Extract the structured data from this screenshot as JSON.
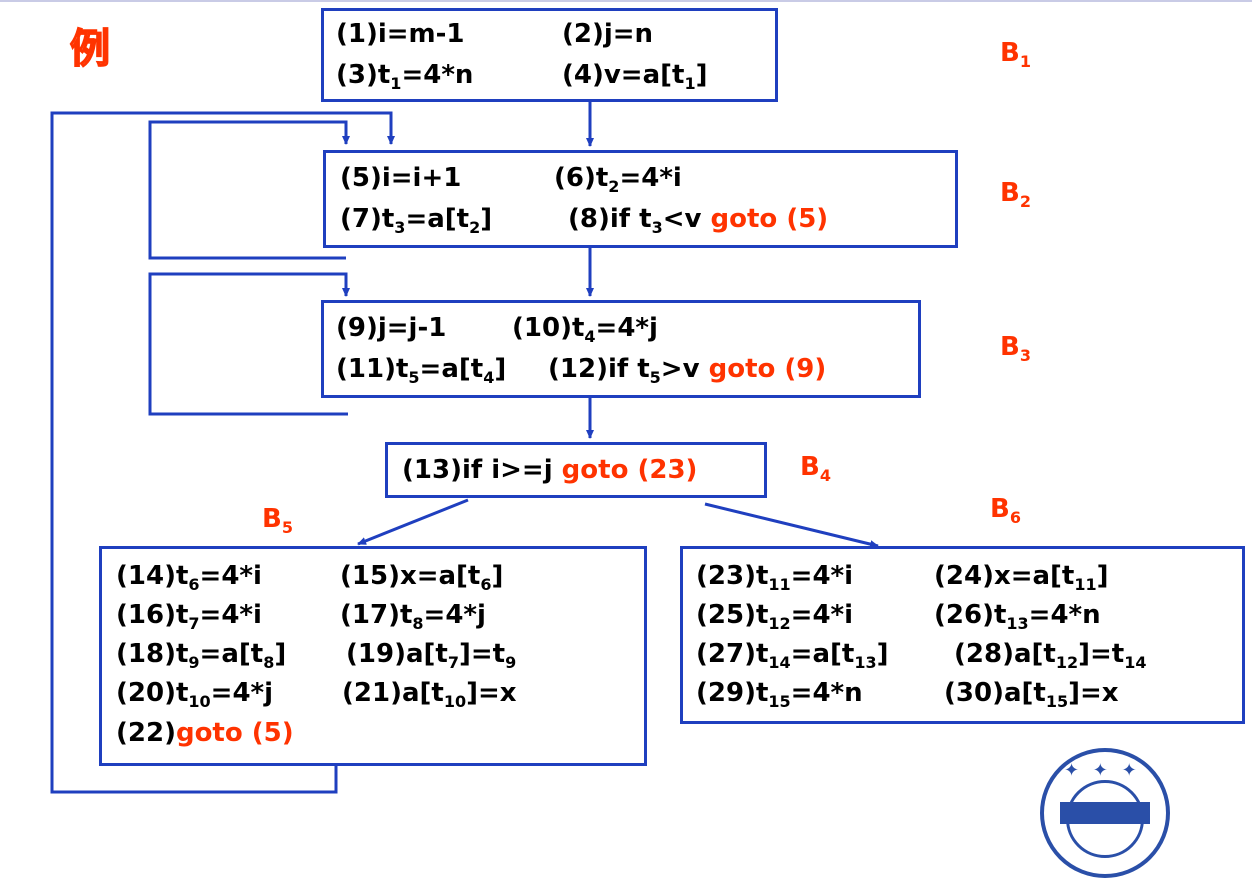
{
  "example_label": "例",
  "blocks": {
    "b1": {
      "label": {
        "main": "B",
        "sub": "1"
      },
      "lines": [
        [
          {
            "t": "(1)i=m-1"
          },
          {
            "t": "(2)j=n"
          }
        ],
        [
          {
            "t": "(3)t"
          },
          {
            "s": "1"
          },
          {
            "t": "=4*n"
          },
          {
            "t": "(4)v=a[t"
          },
          {
            "s": "1"
          },
          {
            "t": "]"
          }
        ]
      ]
    },
    "b2": {
      "label": {
        "main": "B",
        "sub": "2"
      },
      "line1": {
        "a": "(5)i=i+1",
        "b": "(6)t",
        "bsub": "2",
        "bend": "=4*i"
      },
      "line2": {
        "a": "(7)t",
        "asub": "3",
        "amid": "=a[t",
        "asub2": "2",
        "aend": "]",
        "b": "(8)if t",
        "bsub": "3",
        "bend": "<v ",
        "goto": "goto (5)"
      }
    },
    "b3": {
      "label": {
        "main": "B",
        "sub": "3"
      },
      "line1": {
        "a": "(9)j=j-1",
        "b": "(10)t",
        "bsub": "4",
        "bend": "=4*j"
      },
      "line2": {
        "a": "(11)t",
        "asub": "5",
        "amid": "=a[t",
        "asub2": "4",
        "aend": "]",
        "b": "(12)if t",
        "bsub": "5",
        "bend": ">v ",
        "goto": "goto (9)"
      }
    },
    "b4": {
      "label": {
        "main": "B",
        "sub": "4"
      },
      "text": "(13)if i>=j ",
      "goto": "goto (23)"
    },
    "b5": {
      "label": {
        "main": "B",
        "sub": "5"
      },
      "r1a": {
        "p": "(14)t",
        "s": "6",
        "e": "=4*i"
      },
      "r1b": {
        "p": "(15)x=a[t",
        "s": "6",
        "e": "]"
      },
      "r2a": {
        "p": "(16)t",
        "s": "7",
        "e": "=4*i"
      },
      "r2b": {
        "p": "(17)t",
        "s": "8",
        "e": "=4*j"
      },
      "r3a": {
        "p": "(18)t",
        "s": "9",
        "m": "=a[t",
        "s2": "8",
        "e": "]"
      },
      "r3b": {
        "p": "(19)a[t",
        "s": "7",
        "m": "]=t",
        "s2": "9"
      },
      "r4a": {
        "p": "(20)t",
        "s": "10",
        "e": "=4*j"
      },
      "r4b": {
        "p": "(21)a[t",
        "s": "10",
        "e": "]=x"
      },
      "r5": {
        "p": "(22)",
        "goto": "goto (5)"
      }
    },
    "b6": {
      "label": {
        "main": "B",
        "sub": "6"
      },
      "r1a": {
        "p": "(23)t",
        "s": "11",
        "e": "=4*i"
      },
      "r1b": {
        "p": "(24)x=a[t",
        "s": "11",
        "e": "]"
      },
      "r2a": {
        "p": "(25)t",
        "s": "12",
        "e": "=4*i"
      },
      "r2b": {
        "p": "(26)t",
        "s": "13",
        "e": "=4*n"
      },
      "r3a": {
        "p": "(27)t",
        "s": "14",
        "m": "=a[t",
        "s2": "13",
        "e": "]"
      },
      "r3b": {
        "p": "(28)a[t",
        "s": "12",
        "m": "]=t",
        "s2": "14"
      },
      "r4a": {
        "p": "(29)t",
        "s": "15",
        "e": "=4*n"
      },
      "r4b": {
        "p": "(30)a[t",
        "s": "15",
        "e": "]=x"
      }
    }
  },
  "colors": {
    "box_border": "#1f3fbf",
    "arrow": "#1f3fbf",
    "goto_text": "#ff3300",
    "label_text": "#ff3300"
  },
  "seal_icon": "university-seal-icon"
}
